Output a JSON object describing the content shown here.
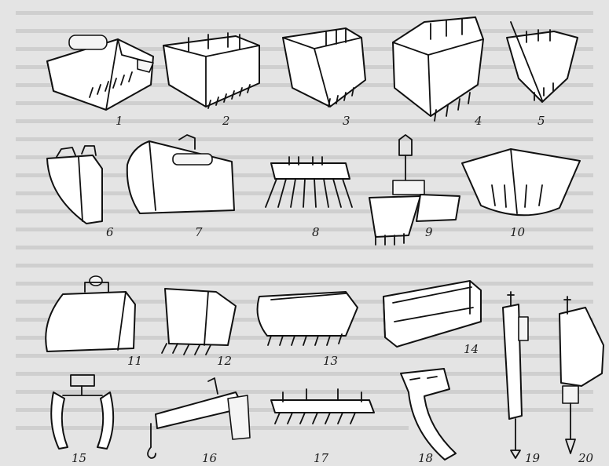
{
  "figure": {
    "items": [
      {
        "label": "1"
      },
      {
        "label": "2"
      },
      {
        "label": "3"
      },
      {
        "label": "4"
      },
      {
        "label": "5"
      },
      {
        "label": "6"
      },
      {
        "label": "7"
      },
      {
        "label": "8"
      },
      {
        "label": "9"
      },
      {
        "label": "10"
      },
      {
        "label": "11"
      },
      {
        "label": "12"
      },
      {
        "label": "13"
      },
      {
        "label": "14"
      },
      {
        "label": "15"
      },
      {
        "label": "16"
      },
      {
        "label": "17"
      },
      {
        "label": "18"
      },
      {
        "label": "19"
      },
      {
        "label": "20"
      }
    ]
  }
}
